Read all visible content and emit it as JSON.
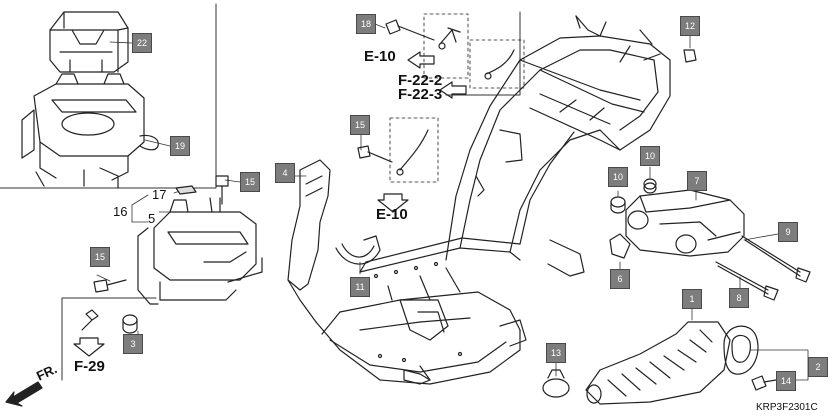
{
  "callouts": [
    "1",
    "2",
    "3",
    "4",
    "5",
    "6",
    "7",
    "8",
    "9",
    "10",
    "10",
    "11",
    "12",
    "13",
    "14",
    "15",
    "15",
    "15",
    "16",
    "17",
    "18",
    "19",
    "22"
  ],
  "refs": {
    "e10_top": "E-10",
    "f22_2": "F-22-2",
    "f22_3": "F-22-3",
    "e10_bottom": "E-10",
    "f29": "F-29",
    "front": "FR."
  },
  "diagram_code": "KRP3F2301C"
}
